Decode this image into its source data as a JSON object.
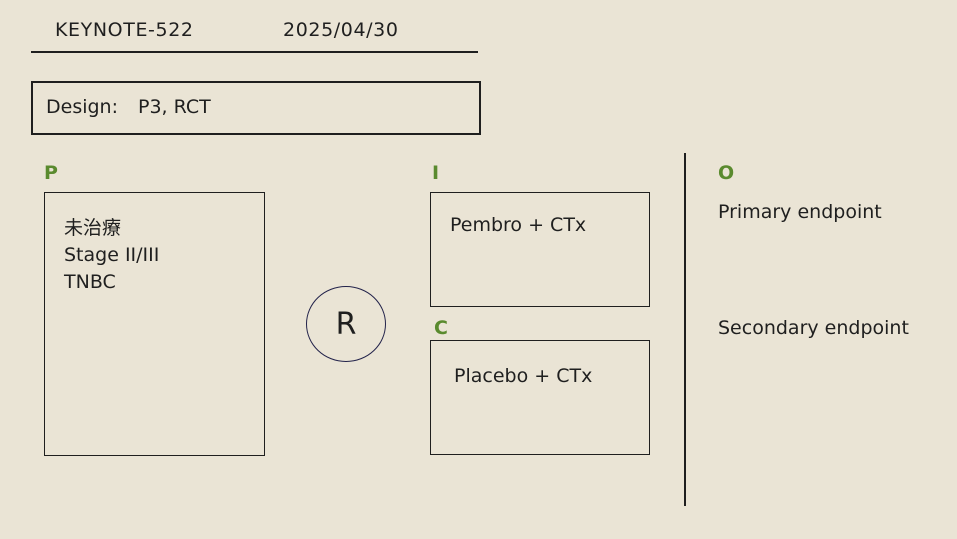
{
  "header": {
    "trial_name": "KEYNOTE-522",
    "date": "2025/04/30"
  },
  "design": {
    "label": "Design:",
    "value": "P3, RCT"
  },
  "pico": {
    "population": {
      "letter": "P",
      "lines": [
        "未治療",
        "Stage II/III",
        "TNBC"
      ]
    },
    "randomization": {
      "symbol": "R"
    },
    "intervention": {
      "letter": "I",
      "text": "Pembro + CTx"
    },
    "comparator": {
      "letter": "C",
      "text": "Placebo + CTx"
    },
    "outcome": {
      "letter": "O",
      "primary": "Primary endpoint",
      "secondary": "Secondary endpoint"
    }
  },
  "colors": {
    "background": "#eae4d5",
    "pico_letter": "#5a8a2e",
    "text": "#1f1f1f",
    "circle_border": "#22224a"
  }
}
